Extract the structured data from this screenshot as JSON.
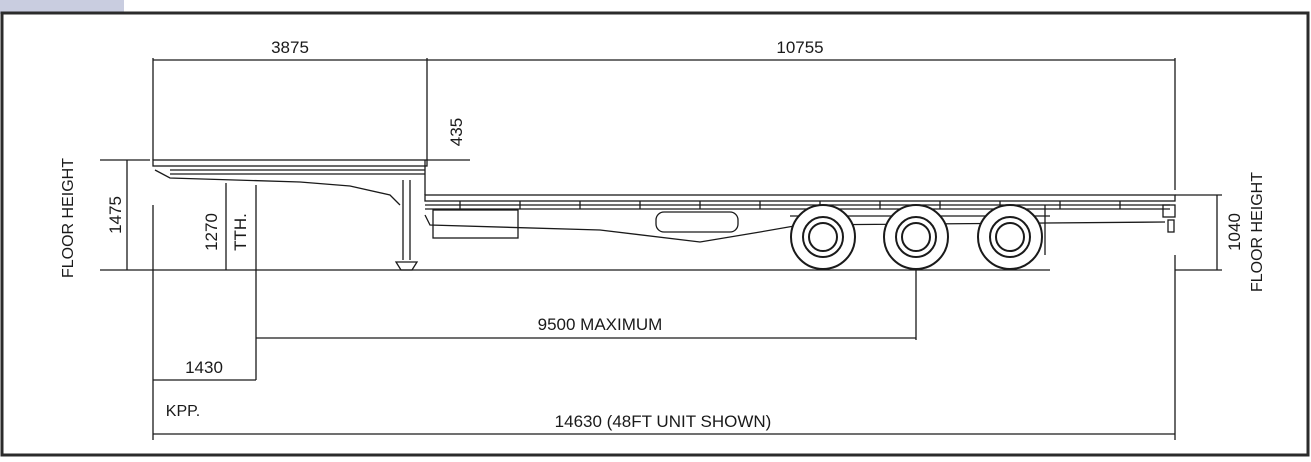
{
  "colors": {
    "frame": "#2b2b2b",
    "tab": "#c9cde0",
    "line": "#1a1a1a",
    "background": "#ffffff"
  },
  "dimensions": {
    "front_overhang": "3875",
    "main_deck": "10755",
    "step_height": "435",
    "front_floor_height": "1475",
    "tth": "1270",
    "tth_label": "TTH.",
    "kingpin_to_axle": "9500 MAXIMUM",
    "kingpin_offset": "1430",
    "kpp_label": "KPP.",
    "overall_length": "14630 (48FT UNIT SHOWN)",
    "rear_floor_height": "1040",
    "floor_height_left": "FLOOR HEIGHT",
    "floor_height_right": "FLOOR HEIGHT"
  }
}
